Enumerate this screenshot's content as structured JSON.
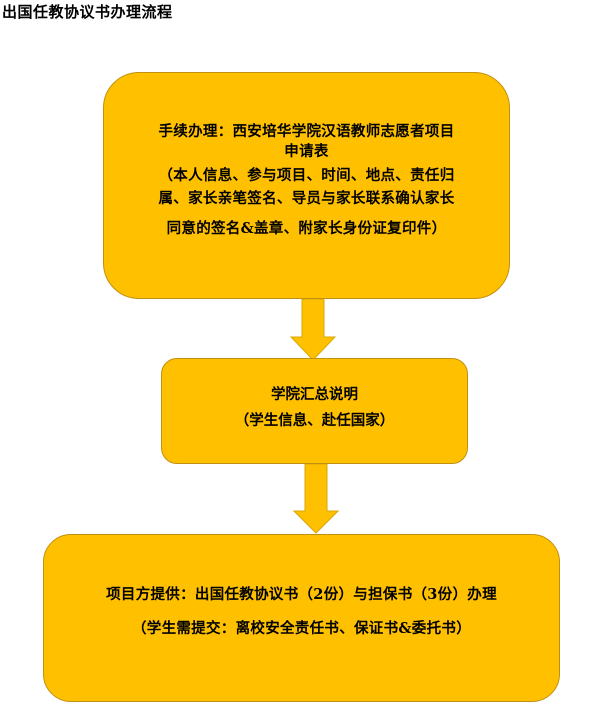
{
  "page": {
    "title": "出国任教协议书办理流程"
  },
  "flow": {
    "step1": {
      "line1": "手续办理：西安培华学院汉语教师志愿者项目",
      "line2": "申请表",
      "line3": "（本人信息、参与项目、时间、地点、责任归",
      "line4": "属、家长亲笔签名、导员与家长联系确认家长",
      "line5": "同意的签名&盖章、附家长身份证复印件）"
    },
    "step2": {
      "line1": "学院汇总说明",
      "line2": "（学生信息、赴任国家）"
    },
    "step3": {
      "line1": "项目方提供：出国任教协议书（2份）与担保书（3份）办理",
      "line2": "（学生需提交：离校安全责任书、保证书&委托书）"
    }
  },
  "colors": {
    "box_fill": "#ffc000",
    "box_border": "#c09010",
    "arrow_fill": "#ffc000"
  },
  "icons": [
    "down-arrow-icon"
  ]
}
